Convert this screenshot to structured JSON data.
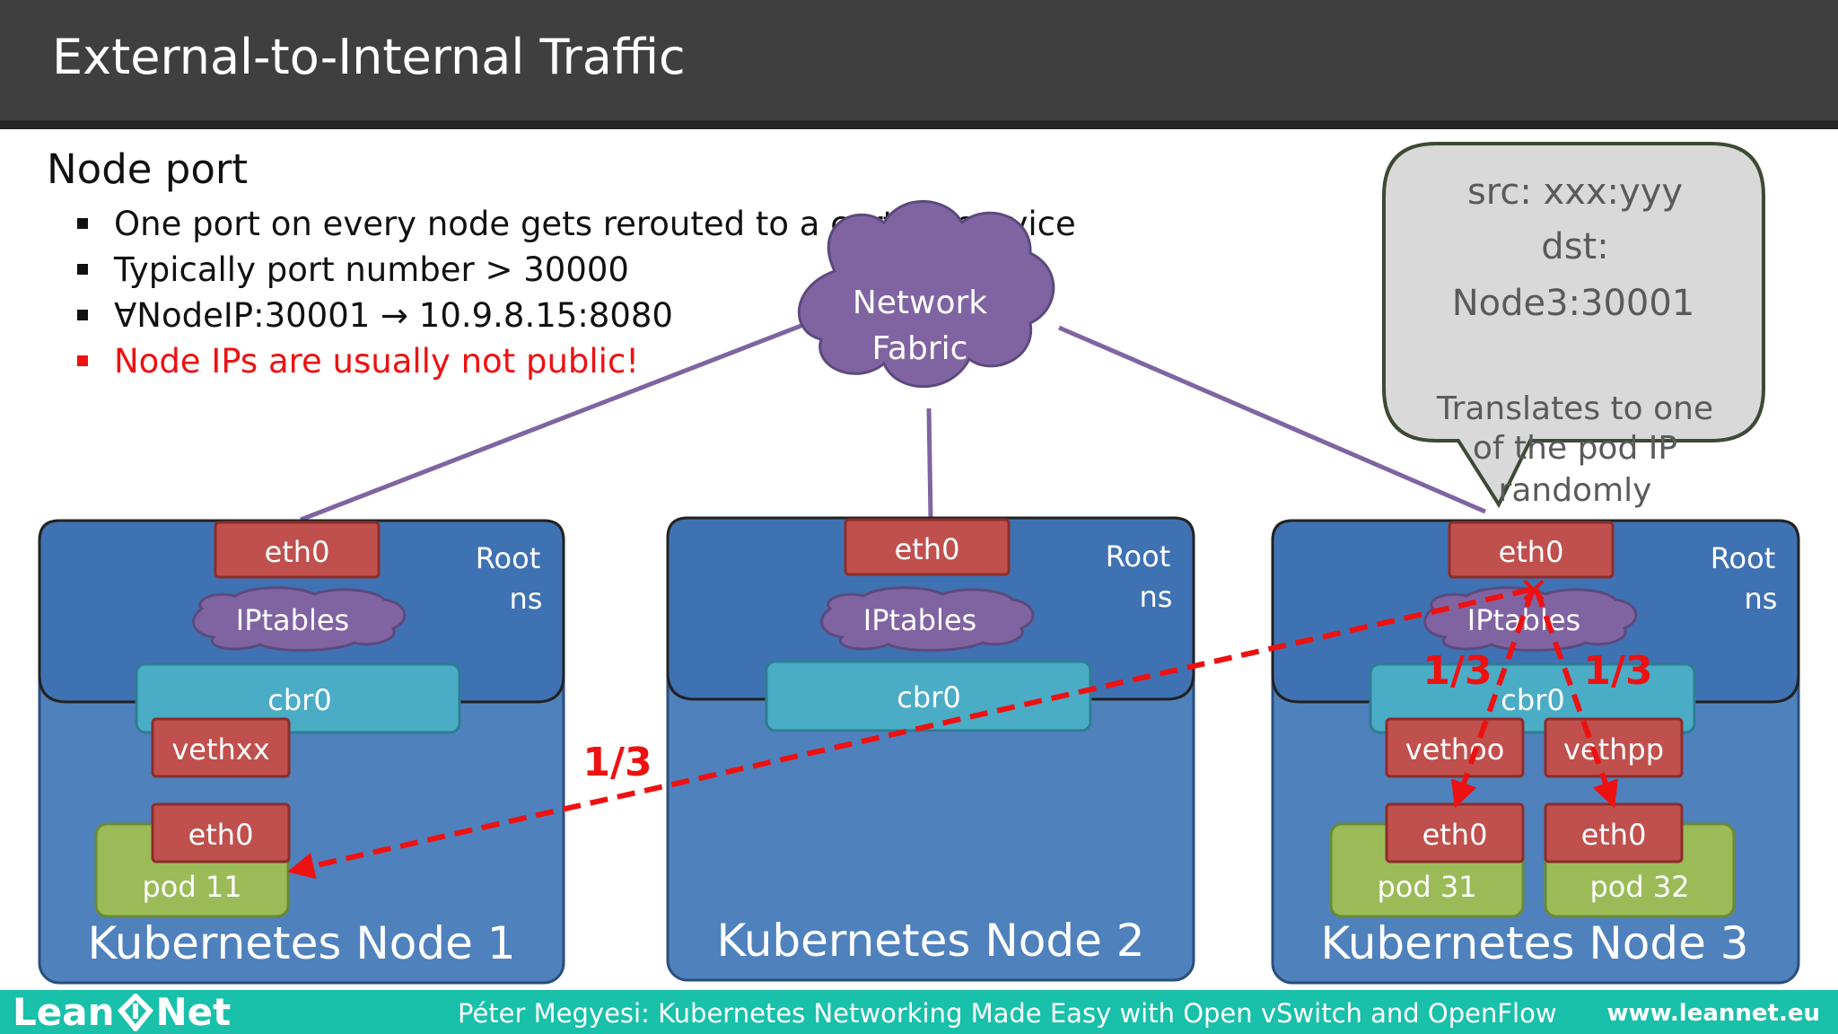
{
  "slide": {
    "title": "External-to-Internal Traffic",
    "subtitle": "Node port",
    "bullets": [
      "One port on every node gets rerouted to a certain service",
      "Typically port number > 30000",
      "∀NodeIP:30001 → 10.9.8.15:8080",
      "Node IPs are usually not public!"
    ]
  },
  "cloud": {
    "line1": "Network",
    "line2": "Fabric"
  },
  "callout": {
    "src": "src: xxx:yyy",
    "dst": "dst:",
    "dst_value": "Node3:30001",
    "note_line1": "Translates to one",
    "note_line2": "of the pod IP",
    "note_line3": "randomly"
  },
  "nodes": [
    {
      "name": "Kubernetes Node 1",
      "eth": "eth0",
      "root1": "Root",
      "root2": "ns",
      "iptables": "IPtables",
      "bridge": "cbr0",
      "veths": [
        "vethxx"
      ],
      "pod_eths": [
        "eth0"
      ],
      "pods": [
        "pod 11"
      ]
    },
    {
      "name": "Kubernetes Node 2",
      "eth": "eth0",
      "root1": "Root",
      "root2": "ns",
      "iptables": "IPtables",
      "bridge": "cbr0"
    },
    {
      "name": "Kubernetes Node 3",
      "eth": "eth0",
      "root1": "Root",
      "root2": "ns",
      "iptables": "IPtables",
      "bridge": "cbr0",
      "veths": [
        "vethoo",
        "vethpp"
      ],
      "pod_eths": [
        "eth0",
        "eth0"
      ],
      "pods": [
        "pod 31",
        "pod 32"
      ]
    }
  ],
  "flows": {
    "to_pod11": "1/3",
    "to_pod31": "1/3",
    "to_pod32": "1/3"
  },
  "footer": {
    "logo_left": "Lean",
    "logo_right": "Net",
    "credit": "Péter Megyesi: Kubernetes Networking Made Easy with Open vSwitch and OpenFlow",
    "site": "www.leannet.eu"
  },
  "colors": {
    "node": "#4f81bd",
    "root_ns": "#3f72b3",
    "bridge": "#4bacc6",
    "veth": "#c0504d",
    "pod": "#9bbb59",
    "fabric": "#8064a2",
    "arrow": "#ee1111",
    "footer": "#19c0aa"
  }
}
